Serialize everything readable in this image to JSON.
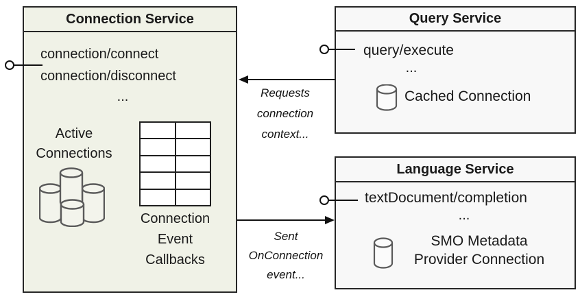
{
  "colors": {
    "border": "#262626",
    "connection_box_fill": "#f0f2e7",
    "service_box_fill": "#f8f8f8",
    "icon_stroke": "#5a5a5a",
    "text": "#1a1a1a"
  },
  "connection_service": {
    "title": "Connection Service",
    "methods": [
      "connection/connect",
      "connection/disconnect"
    ],
    "ellipsis": "...",
    "active_connections_lines": [
      "Active",
      "Connections"
    ],
    "callbacks_lines": [
      "Connection",
      "Event",
      "Callbacks"
    ],
    "icons": {
      "active_connections_icon": "database-cluster-icon",
      "callbacks_icon": "table-grid-2x5"
    }
  },
  "query_service": {
    "title": "Query Service",
    "method": "query/execute",
    "ellipsis": "...",
    "cache_label": "Cached Connection",
    "icon": "database-icon"
  },
  "language_service": {
    "title": "Language Service",
    "method": "textDocument/completion",
    "ellipsis": "...",
    "provider_lines": [
      "SMO Metadata",
      "Provider Connection"
    ],
    "icon": "database-icon"
  },
  "annotations": {
    "requests_lines": [
      "Requests",
      "connection",
      "context..."
    ],
    "sent_lines": [
      "Sent",
      "OnConnection",
      "event..."
    ]
  },
  "connectors": {
    "lollipop_connection": "provided-interface",
    "lollipop_query": "provided-interface",
    "lollipop_language": "provided-interface",
    "arrow_query_to_connection": "left-arrow",
    "arrow_connection_to_language": "right-arrow"
  }
}
